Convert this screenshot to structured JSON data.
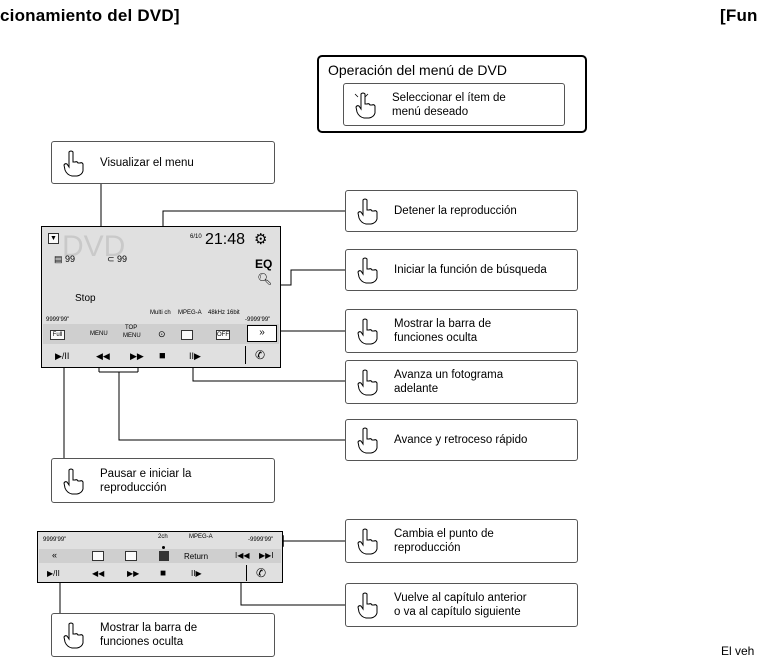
{
  "headers": {
    "left": "cionamiento del DVD]",
    "right": "[Fun",
    "footer": "El veh"
  },
  "menu_box": {
    "title": "Operación del menú de DVD",
    "item": "Seleccionar el ítem de\nmenú deseado"
  },
  "callouts": {
    "menu": "Visualizar el menu",
    "stop": "Detener la reproducción",
    "search": "Iniciar la función de búsqueda",
    "hidden_bar_1": "Mostrar la barra de\nfunciones oculta",
    "frame": "Avanza un fotograma\nadelante",
    "ff_rew": "Avance y retroceso rápido",
    "pause": "Pausar e iniciar la\nreproducción",
    "seek": "Cambia el punto de\nreproducción",
    "chapter": "Vuelve al capítulo anterior\no va al capítulo siguiente",
    "hidden_bar_2": "Mostrar la barra de\nfunciones oculta"
  },
  "screen1": {
    "logo": "DVD",
    "track": "99",
    "chapter": "99",
    "date": "6/10",
    "time": "21:48",
    "eq": "EQ",
    "status": "Stop",
    "info": {
      "ch": "Multi ch",
      "codec": "MPEG-A",
      "rate": "48kHz 16bit"
    },
    "time_left": "9999'99\"",
    "time_right": "-9999'99\"",
    "buttons": {
      "full": "Full",
      "menu": "MENU",
      "top": "TOP",
      "top_menu": "MENU",
      "off": "OFF",
      "more": "»"
    },
    "transport": {
      "play": "▶/II",
      "rew": "◀◀",
      "ff": "▶▶",
      "stop": "■",
      "step": "II▶"
    }
  },
  "screen2": {
    "time_left": "9999'99\"",
    "ch": "2ch",
    "codec": "MPEG-A",
    "time_right": "-9999'99\"",
    "buttons": {
      "back": "«",
      "return": "Return",
      "prev": "I◀◀",
      "next": "▶▶I"
    },
    "transport": {
      "play": "▶/II",
      "rew": "◀◀",
      "ff": "▶▶",
      "stop": "■",
      "step": "II▶"
    }
  }
}
